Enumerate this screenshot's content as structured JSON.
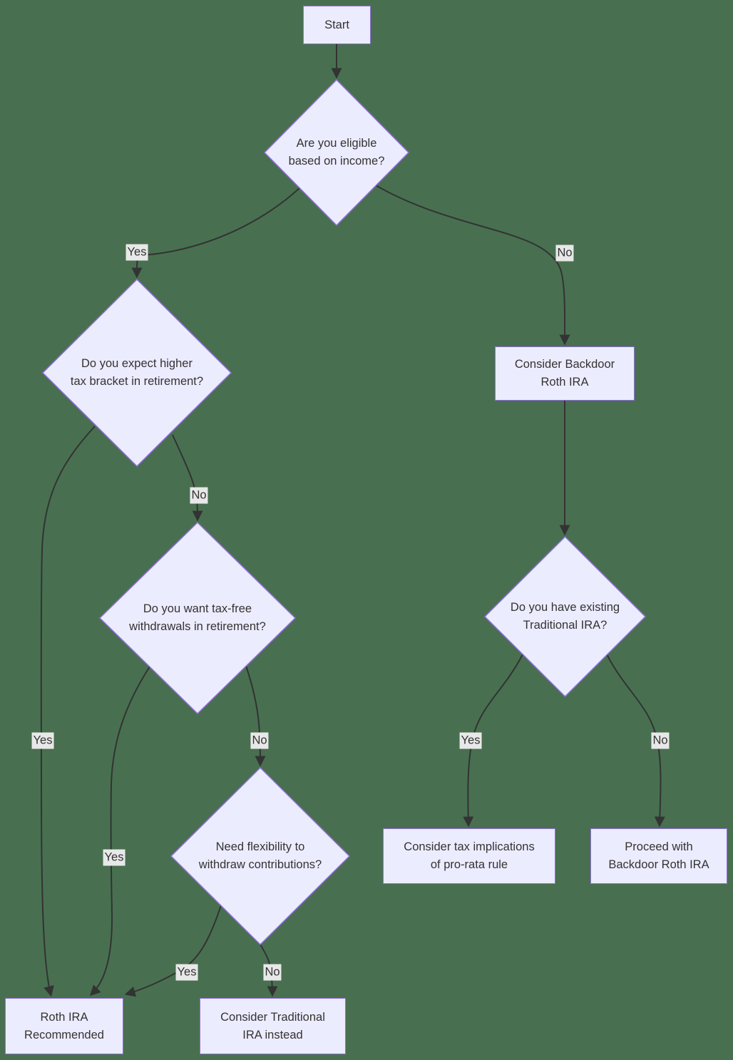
{
  "diagram": {
    "type": "flowchart",
    "topic": "Roth IRA decision flowchart",
    "colors": {
      "background": "#487050",
      "node_fill": "#ECECFF",
      "node_border": "#9370DB",
      "edge_line": "#333333",
      "text": "#333333",
      "edge_label_background": "#E8E8E8"
    },
    "nodes": {
      "start": {
        "type": "process",
        "lines": [
          "Start"
        ]
      },
      "eligible": {
        "type": "decision",
        "lines": [
          "Are you eligible",
          "based on income?"
        ]
      },
      "higher_bracket": {
        "type": "decision",
        "lines": [
          "Do you expect higher",
          "tax bracket in retirement?"
        ]
      },
      "backdoor": {
        "type": "process",
        "lines": [
          "Consider Backdoor",
          "Roth IRA"
        ]
      },
      "tax_free": {
        "type": "decision",
        "lines": [
          "Do you want tax-free",
          "withdrawals in retirement?"
        ]
      },
      "existing_ira": {
        "type": "decision",
        "lines": [
          "Do you have existing",
          "Traditional IRA?"
        ]
      },
      "flexibility": {
        "type": "decision",
        "lines": [
          "Need flexibility to",
          "withdraw contributions?"
        ]
      },
      "pro_rata": {
        "type": "process",
        "lines": [
          "Consider tax implications",
          "of pro-rata rule"
        ]
      },
      "proceed": {
        "type": "process",
        "lines": [
          "Proceed with",
          "Backdoor Roth IRA"
        ]
      },
      "roth_recommended": {
        "type": "process",
        "lines": [
          "Roth IRA",
          "Recommended"
        ]
      },
      "traditional": {
        "type": "process",
        "lines": [
          "Consider Traditional",
          "IRA instead"
        ]
      }
    },
    "edges": [
      {
        "from": "start",
        "to": "eligible",
        "label": ""
      },
      {
        "from": "eligible",
        "to": "higher_bracket",
        "label": "Yes"
      },
      {
        "from": "eligible",
        "to": "backdoor",
        "label": "No"
      },
      {
        "from": "higher_bracket",
        "to": "roth_recommended",
        "label": "Yes"
      },
      {
        "from": "higher_bracket",
        "to": "tax_free",
        "label": "No"
      },
      {
        "from": "tax_free",
        "to": "roth_recommended",
        "label": "Yes"
      },
      {
        "from": "tax_free",
        "to": "flexibility",
        "label": "No"
      },
      {
        "from": "flexibility",
        "to": "roth_recommended",
        "label": "Yes"
      },
      {
        "from": "flexibility",
        "to": "traditional",
        "label": "No"
      },
      {
        "from": "backdoor",
        "to": "existing_ira",
        "label": ""
      },
      {
        "from": "existing_ira",
        "to": "pro_rata",
        "label": "Yes"
      },
      {
        "from": "existing_ira",
        "to": "proceed",
        "label": "No"
      }
    ]
  }
}
